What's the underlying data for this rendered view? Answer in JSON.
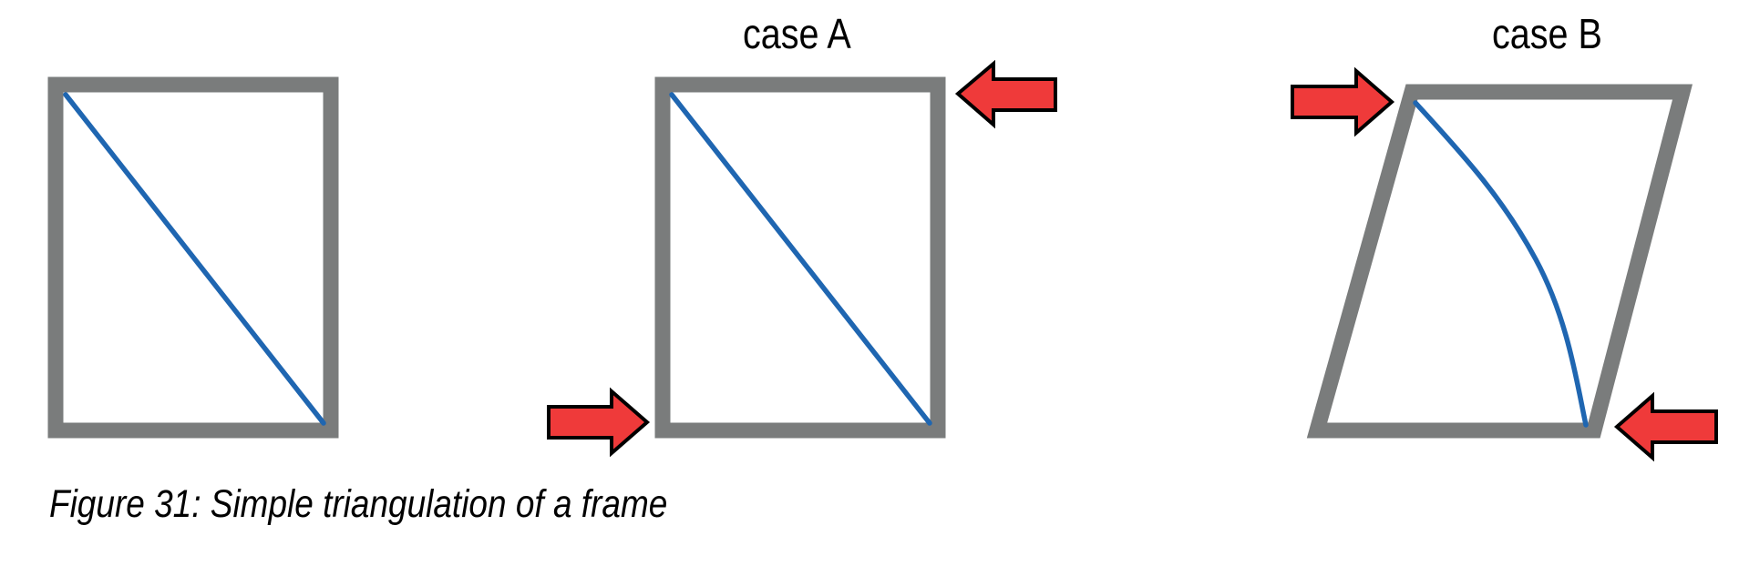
{
  "panels": {
    "case_a": {
      "label": "case A"
    },
    "case_b": {
      "label": "case B"
    }
  },
  "caption": "Figure 31: Simple triangulation of a frame",
  "colors": {
    "frame": "#7a7c7c",
    "diagonal": "#1f66b1",
    "arrow_fill": "#ef3a3a",
    "arrow_outline": "#000000",
    "text": "#000000"
  }
}
